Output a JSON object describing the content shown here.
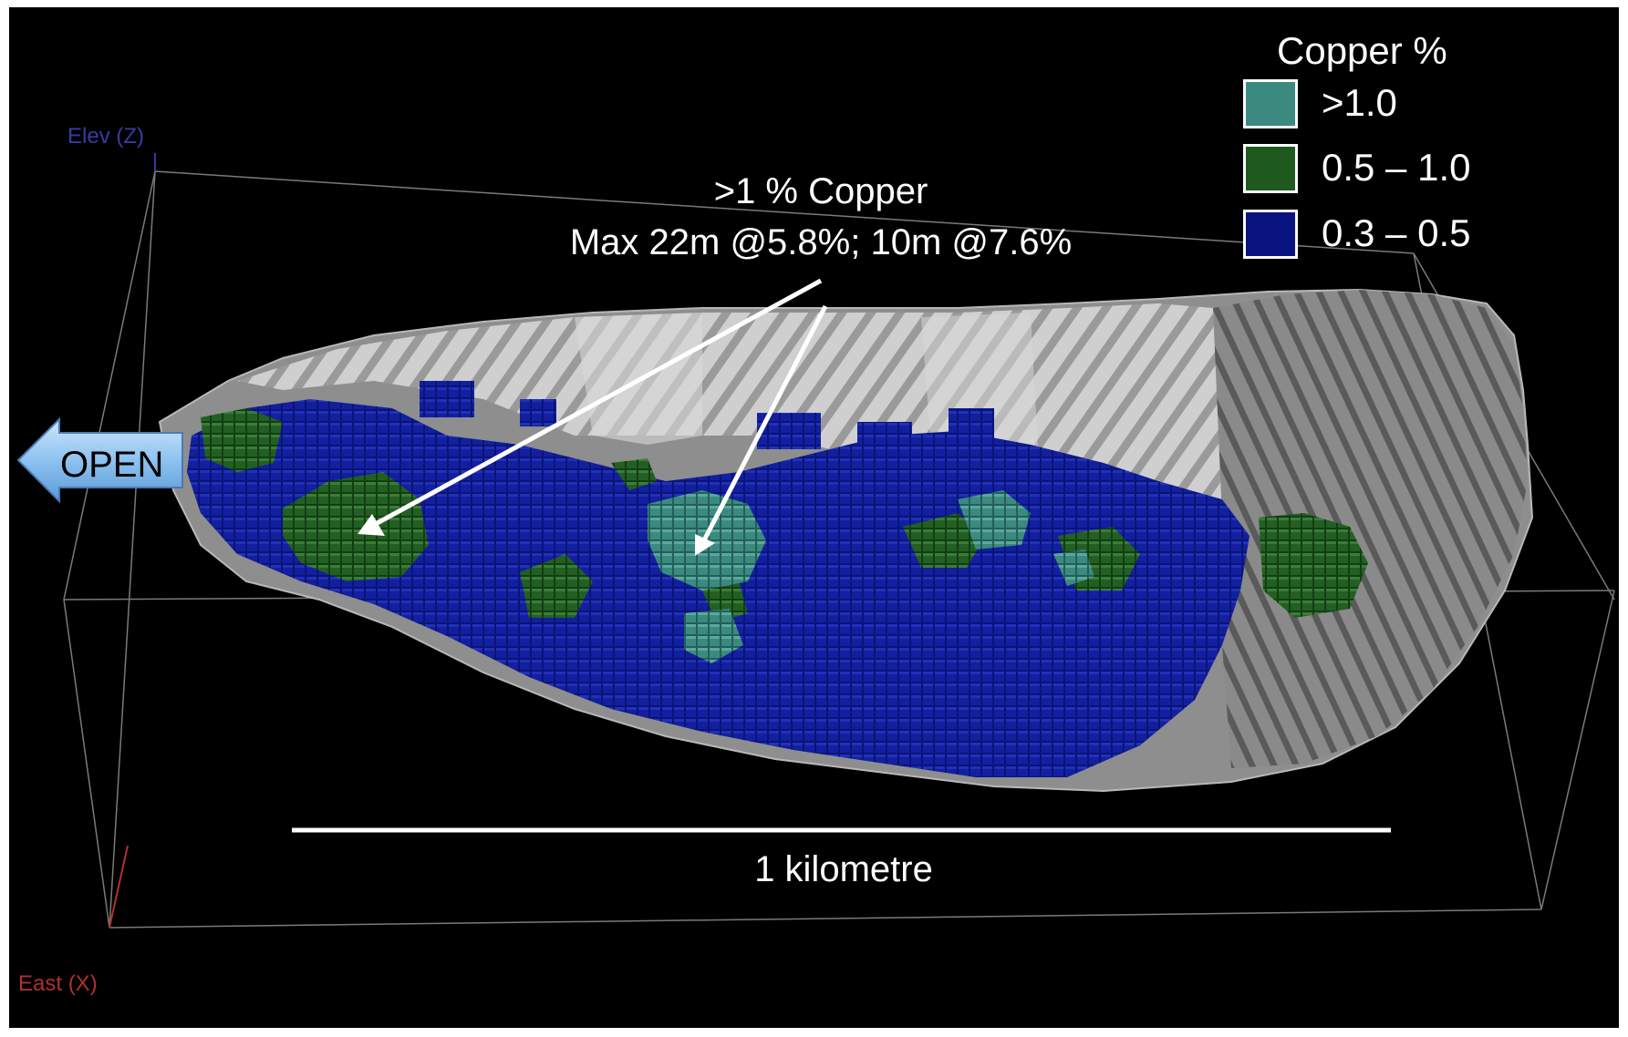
{
  "axes": {
    "elev_label": "Elev (Z)",
    "elev_color": "#3a3aa0",
    "east_label": "East (X)",
    "east_color": "#b03030"
  },
  "legend": {
    "title": "Copper %",
    "items": [
      {
        "label": ">1.0",
        "color": "#3a8a80"
      },
      {
        "label": "0.5 – 1.0",
        "color": "#1e5a1e"
      },
      {
        "label": "0.3 – 0.5",
        "color": "#0a1480"
      }
    ]
  },
  "annotation": {
    "line1": ">1 % Copper",
    "line2": "Max  22m @5.8%; 10m @7.6%"
  },
  "open_label": "OPEN",
  "scale_bar": {
    "label": "1 kilometre"
  },
  "colors": {
    "background": "#000000",
    "pit_light": "#c8c8c8",
    "pit_mid": "#9c9c9c",
    "pit_dark": "#6a6a6a",
    "open_arrow": "#8ec2f0"
  }
}
